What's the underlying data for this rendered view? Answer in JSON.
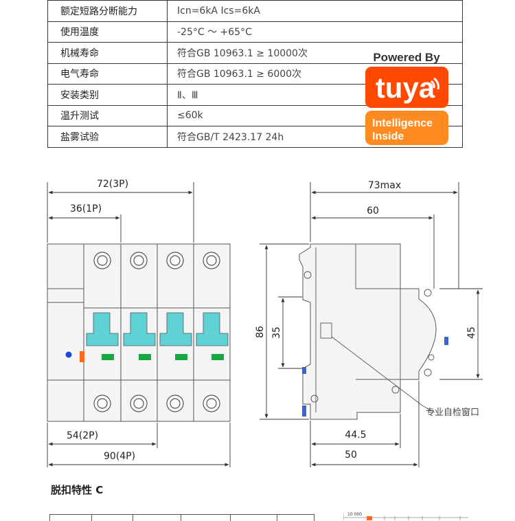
{
  "specs": [
    {
      "label": "额定短路分断能力",
      "value": "Icn=6kA  Ics=6kA"
    },
    {
      "label": "使用温度",
      "value": "-25°C ～ +65°C"
    },
    {
      "label": "机械寿命",
      "value": "符合GB 10963.1 ≥ 10000次"
    },
    {
      "label": "电气寿命",
      "value": "符合GB 10963.1 ≥ 6000次"
    },
    {
      "label": "安装类别",
      "value": "Ⅱ、Ⅲ"
    },
    {
      "label": "温升测试",
      "value": "≤60k"
    },
    {
      "label": "盐雾试验",
      "value": "符合GB/T 2423.17   24h"
    }
  ],
  "badge": {
    "powered_by": "Powered By",
    "brand": "tuya",
    "line1": "Intelligence",
    "line2": "Inside",
    "color_top": "#ff4800",
    "color_bottom": "#ff8a1f"
  },
  "front_dims": {
    "width_3p": "72(3P)",
    "width_1p": "36(1P)",
    "width_2p": "54(2P)",
    "width_4p": "90(4P)"
  },
  "side_dims": {
    "max_depth": "73max",
    "depth_60": "60",
    "height_86": "86",
    "height_35": "35",
    "height_45": "45",
    "depth_44_5": "44.5",
    "depth_50": "50",
    "window_label": "专业自检窗口"
  },
  "section_title": "脱扣特性 C",
  "chart_data": {
    "type": "line",
    "title": "",
    "tick_labels": [
      "10 000"
    ]
  },
  "colors": {
    "handle": "#5fd0d4",
    "indicator": "#1aa640",
    "dot": "#1a4ad8",
    "tab": "#ff6a1a",
    "din": "#3a66c8"
  }
}
